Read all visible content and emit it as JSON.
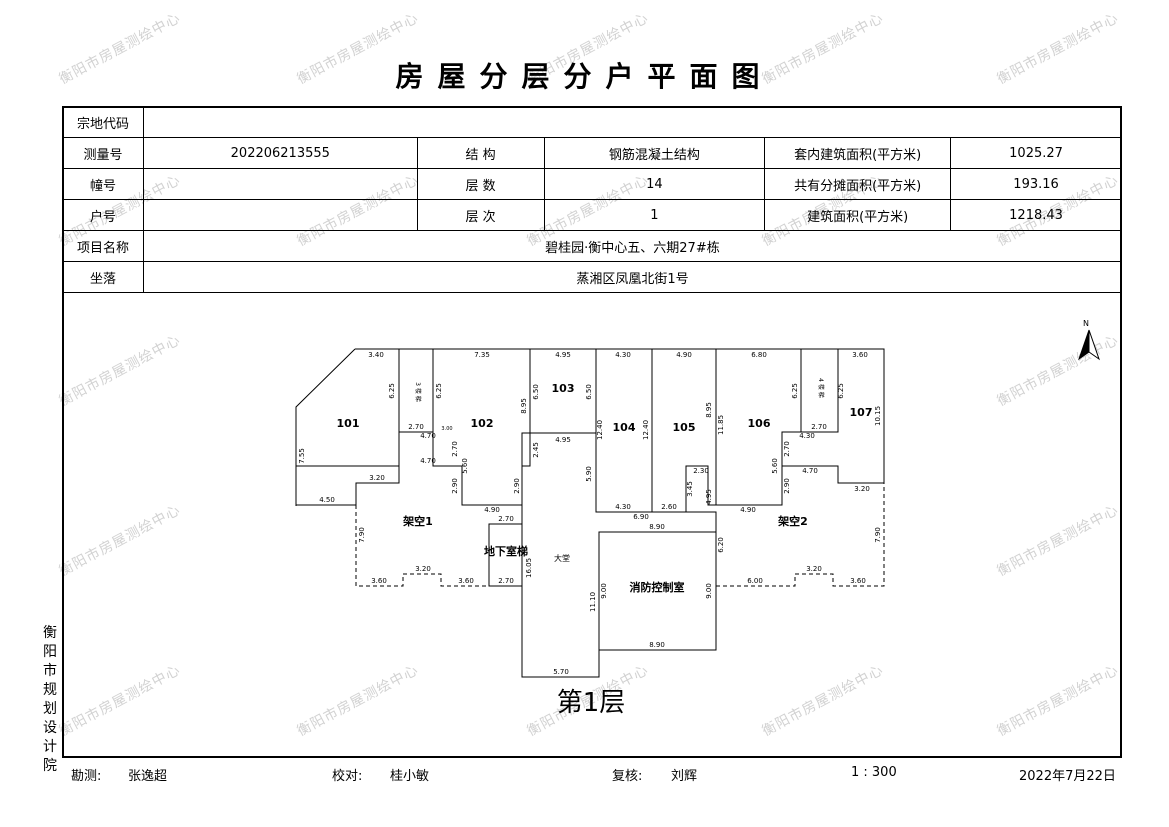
{
  "title": "房屋分层分户平面图",
  "watermark": "衡阳市房屋测绘中心",
  "info": {
    "parcel_code_label": "宗地代码",
    "parcel_code": "",
    "survey_no_label": "测量号",
    "survey_no": "202206213555",
    "structure_label": "结  构",
    "structure": "钢筋混凝土结构",
    "inner_area_label": "套内建筑面积(平方米)",
    "inner_area": "1025.27",
    "building_no_label": "幢号",
    "building_no": "",
    "floors_label": "层  数",
    "floors": "14",
    "shared_area_label": "共有分摊面积(平方米)",
    "shared_area": "193.16",
    "unit_no_label": "户号",
    "unit_no": "",
    "floor_label": "层  次",
    "floor": "1",
    "total_area_label": "建筑面积(平方米)",
    "total_area": "1218.43",
    "project_label": "项目名称",
    "project": "碧桂园·衡中心五、六期27#栋",
    "location_label": "坐落",
    "location": "蒸湘区凤凰北街1号"
  },
  "plan": {
    "floor_caption": "第1层",
    "north": "N",
    "rooms": {
      "r101": "101",
      "r102": "102",
      "r103": "103",
      "r104": "104",
      "r105": "105",
      "r106": "106",
      "r107": "107",
      "void1": "架空1",
      "void2": "架空2",
      "basement_stair": "地下室梯",
      "hall": "大堂",
      "fire_control": "消防控制室",
      "stair3": "3 楼 梯",
      "stair4": "4 楼 梯"
    },
    "dims": {
      "d_340": "3.40",
      "d_735": "7.35",
      "d_495a": "4.95",
      "d_430a": "4.30",
      "d_490a": "4.90",
      "d_680": "6.80",
      "d_360a": "3.60",
      "d_625a": "6.25",
      "d_625b": "6.25",
      "d_650a": "6.50",
      "d_650b": "6.50",
      "d_895a": "8.95",
      "d_895b": "8.95",
      "d_625c": "6.25",
      "d_625d": "6.25",
      "d_1015": "10.15",
      "d_270a": "2.70",
      "d_300": "3.00",
      "d_470a": "4.70",
      "d_270b": "2.70",
      "d_430b": "4.30",
      "d_270c": "2.70",
      "d_1240a": "12.40",
      "d_1240b": "12.40",
      "d_1185": "11.85",
      "d_245": "2.45",
      "d_495b": "4.95",
      "d_270d": "2.70",
      "d_560a": "5.60",
      "d_470b": "4.70",
      "d_560b": "5.60",
      "d_470c": "4.70",
      "d_755": "7.55",
      "d_320a": "3.20",
      "d_590": "5.90",
      "d_230": "2.30",
      "d_290a": "2.90",
      "d_290b": "2.90",
      "d_345": "3.45",
      "d_495c": "4.95",
      "d_290c": "2.90",
      "d_450": "4.50",
      "d_490b": "4.90",
      "d_430c": "4.30",
      "d_260": "2.60",
      "d_490c": "4.90",
      "d_320b": "3.20",
      "d_690": "6.90",
      "d_890a": "8.90",
      "d_270e": "2.70",
      "d_790a": "7.90",
      "d_790b": "7.90",
      "d_620": "6.20",
      "d_1605": "16.05",
      "d_900a": "9.00",
      "d_900b": "9.00",
      "d_1110": "11.10",
      "d_360b": "3.60",
      "d_320c": "3.20",
      "d_360c": "3.60",
      "d_270f": "2.70",
      "d_600": "6.00",
      "d_320d": "3.20",
      "d_360d": "3.60",
      "d_890b": "8.90",
      "d_570": "5.70"
    }
  },
  "vertical_label": "衡阳市规划设计院",
  "footer": {
    "surveyor_label": "勘测:",
    "surveyor": "张逸超",
    "checker_label": "校对:",
    "checker": "桂小敏",
    "reviewer_label": "复核:",
    "reviewer": "刘辉",
    "scale": "1 : 300",
    "date": "2022年7月22日"
  }
}
